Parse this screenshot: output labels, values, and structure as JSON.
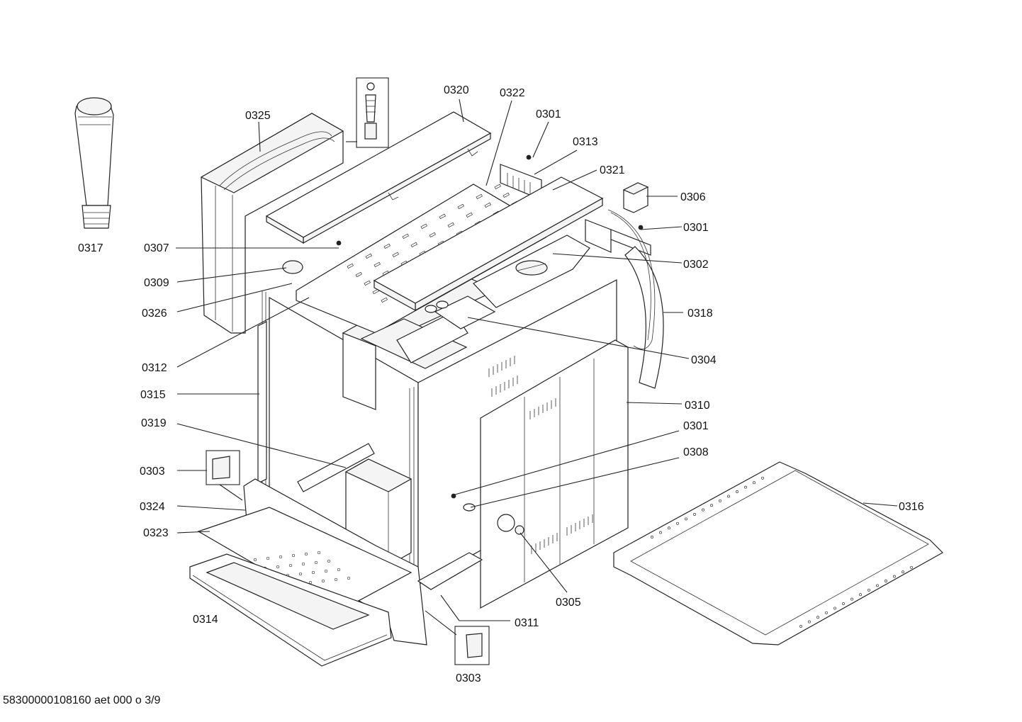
{
  "labels": {
    "l0317": "0317",
    "l0325": "0325",
    "l0320": "0320",
    "l0322": "0322",
    "l0301a": "0301",
    "l0313": "0313",
    "l0321": "0321",
    "l0306": "0306",
    "l0301b": "0301",
    "l0302": "0302",
    "l0307": "0307",
    "l0309": "0309",
    "l0326": "0326",
    "l0318": "0318",
    "l0304": "0304",
    "l0312": "0312",
    "l0315": "0315",
    "l0310": "0310",
    "l0319": "0319",
    "l0301c": "0301",
    "l0308": "0308",
    "l0303a": "0303",
    "l0316": "0316",
    "l0324": "0324",
    "l0323": "0323",
    "l0305": "0305",
    "l0314": "0314",
    "l0311": "0311",
    "l0303b": "0303"
  },
  "footer": "58300000108160 aet 000 o 3/9"
}
